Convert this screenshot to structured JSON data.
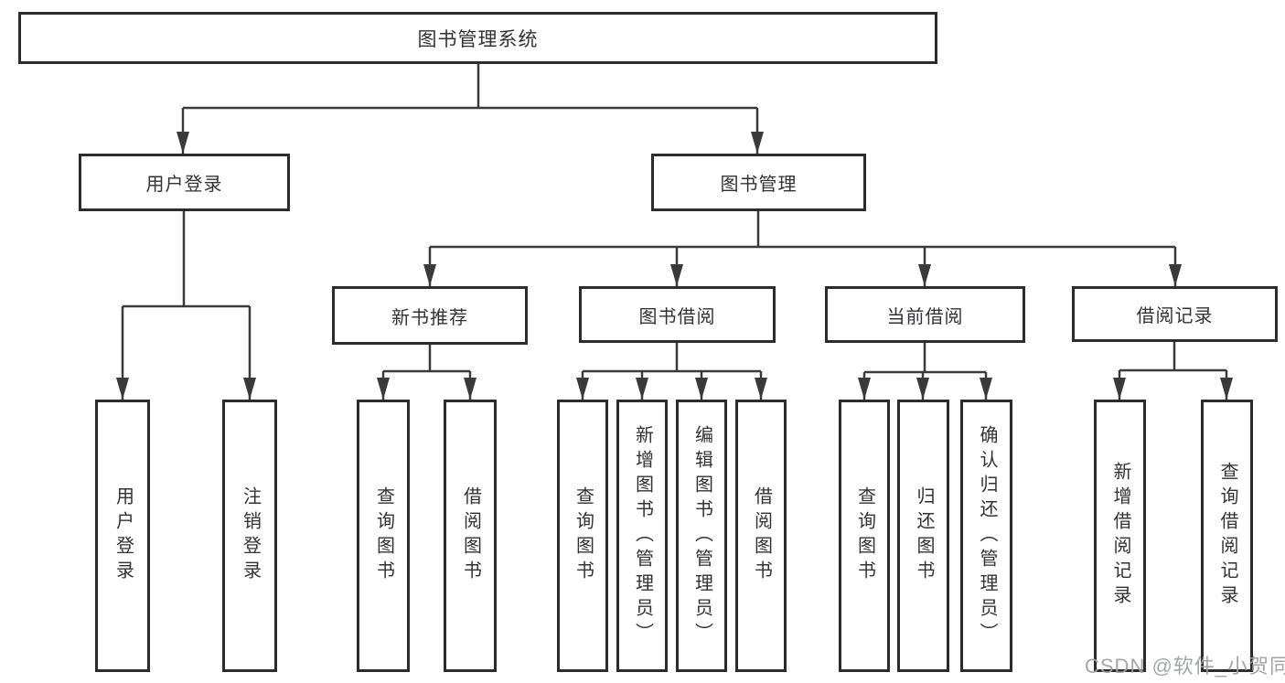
{
  "diagram": {
    "type": "tree-structure-diagram",
    "root": "图书管理系统",
    "level2": {
      "user_login": "用户登录",
      "book_management": "图书管理"
    },
    "level3": {
      "new_book_recommend": "新书推荐",
      "book_borrowing": "图书借阅",
      "current_borrowing": "当前借阅",
      "borrowing_records": "借阅记录"
    },
    "leaves": {
      "user_login": "用户登录",
      "logout": "注销登录",
      "rec_query_books": "查询图书",
      "rec_borrow_books": "借阅图书",
      "bb_query_books": "查询图书",
      "bb_add_books": "新增图书（管理员）",
      "bb_edit_books": "编辑图书（管理员）",
      "bb_borrow_books": "借阅图书",
      "cb_query_books": "查询图书",
      "cb_return_books": "归还图书",
      "cb_confirm_return": "确认归还（管理员）",
      "br_add_record": "新增借阅记录",
      "br_query_record": "查询借阅记录"
    },
    "hierarchy": {
      "图书管理系统": {
        "用户登录": [
          "用户登录",
          "注销登录"
        ],
        "图书管理": {
          "新书推荐": [
            "查询图书",
            "借阅图书"
          ],
          "图书借阅": [
            "查询图书",
            "新增图书（管理员）",
            "编辑图书（管理员）",
            "借阅图书"
          ],
          "当前借阅": [
            "查询图书",
            "归还图书",
            "确认归还（管理员）"
          ],
          "借阅记录": [
            "新增借阅记录",
            "查询借阅记录"
          ]
        }
      }
    }
  },
  "watermark": "CSDN @软件_小贺同学",
  "colors": {
    "background": "#ffffff",
    "box_border": "#2c2c2c",
    "line": "#3a3a3a",
    "text": "#323236",
    "watermark": "#9ea0a5"
  }
}
